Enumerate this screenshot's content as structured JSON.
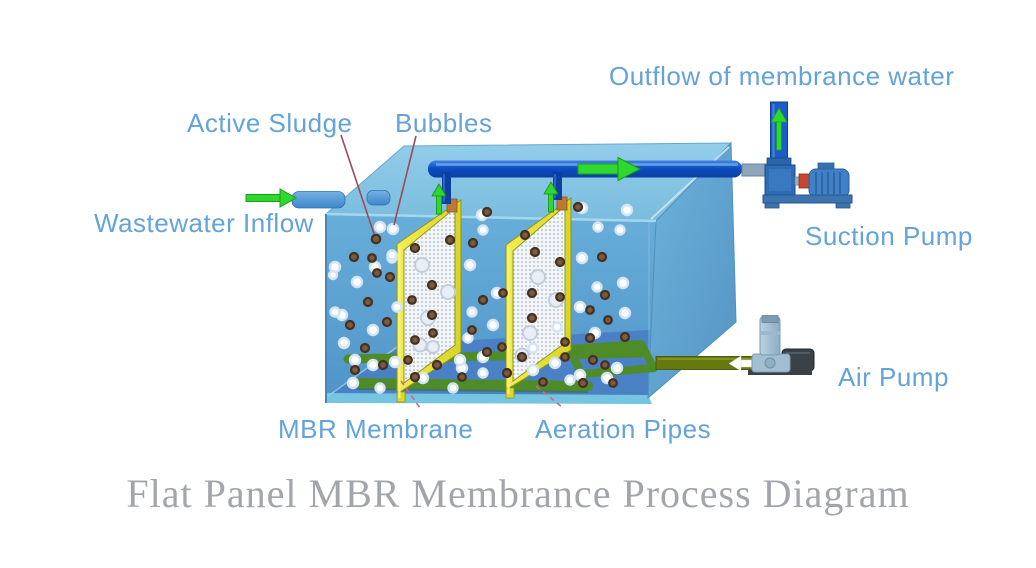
{
  "labels": {
    "active_sludge": "Active Sludge",
    "bubbles": "Bubbles",
    "wastewater_inflow": "Wastewater Inflow",
    "outflow": "Outflow of membrance water",
    "suction_pump": "Suction Pump",
    "air_pump": "Air Pump",
    "mbr_membrane": "MBR Membrane",
    "aeration_pipes": "Aeration Pipes"
  },
  "title": {
    "text": "Flat Panel MBR Membrance Process Diagram"
  },
  "colors": {
    "label_blue": "#64a2da",
    "title_gray": "#a2a6ab",
    "tank_top_blue": "#8cc8e8",
    "tank_front_blue": "#5b9fd0",
    "tank_deep_blue": "#4a80c4",
    "pipe_dark_blue": "#1256c6",
    "membrane_yellow": "#e8e23c",
    "aeration_green": "#4e8c28",
    "air_pipe_olive": "#66790f",
    "arrow_green": "#2fd82f",
    "sludge_brown": "#7b5a3e",
    "leader_red": "#9c4c54",
    "leader_pink": "#d8647e"
  }
}
